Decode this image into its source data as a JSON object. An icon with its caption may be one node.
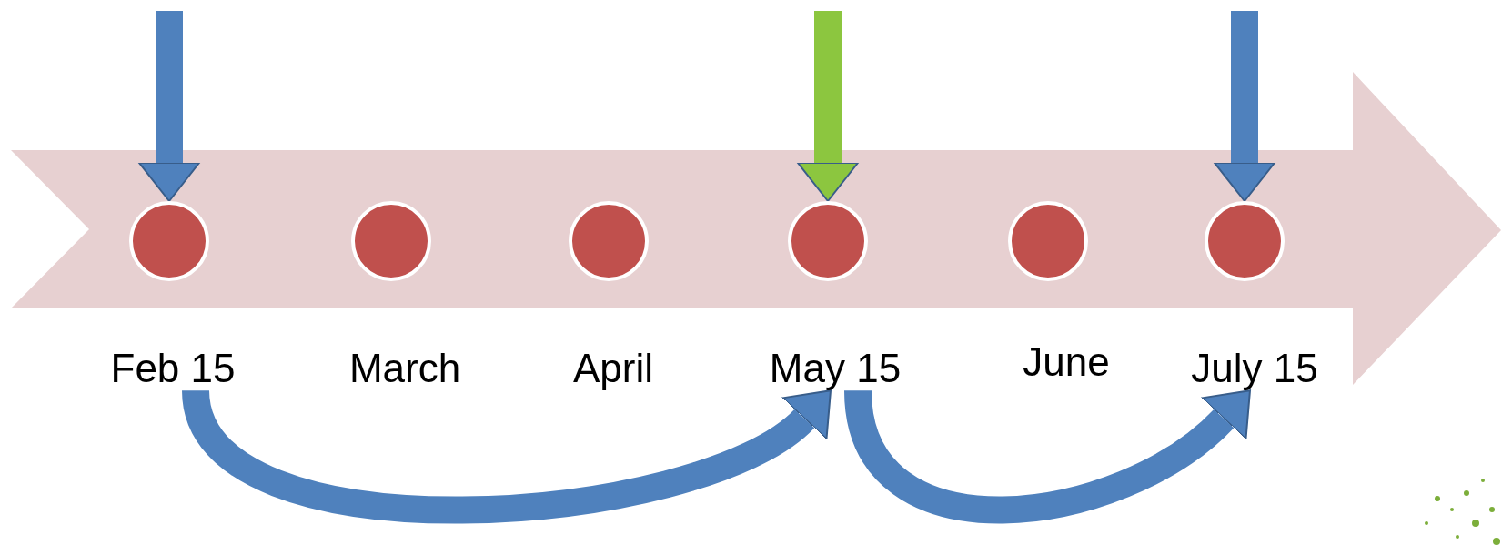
{
  "diagram": {
    "nodes": [
      {
        "text": [],
        "shape": "circle"
      },
      {
        "text": [],
        "shape": "circle"
      },
      {
        "text": [],
        "shape": "circle"
      },
      {
        "text": [],
        "shape": "circle"
      },
      {
        "text": [],
        "shape": "circle"
      },
      {
        "text": [],
        "shape": "circle"
      },
      {
        "text": [
          "Feb 15"
        ]
      },
      {
        "text": [
          "March"
        ]
      },
      {
        "text": [
          "April"
        ]
      },
      {
        "text": [
          "May 15"
        ]
      },
      {
        "text": [
          "June"
        ]
      },
      {
        "text": [
          "July 15"
        ]
      }
    ],
    "edges": [
      {
        "from": null,
        "to": 0,
        "arrow": "to"
      },
      {
        "from": null,
        "to": 3,
        "arrow": "to",
        "color": "#8cc63f"
      },
      {
        "from": null,
        "to": 5,
        "arrow": "to"
      },
      {
        "from": 6,
        "to": 9,
        "arrow": "to"
      },
      {
        "from": 9,
        "to": 11,
        "arrow": "to"
      }
    ]
  }
}
